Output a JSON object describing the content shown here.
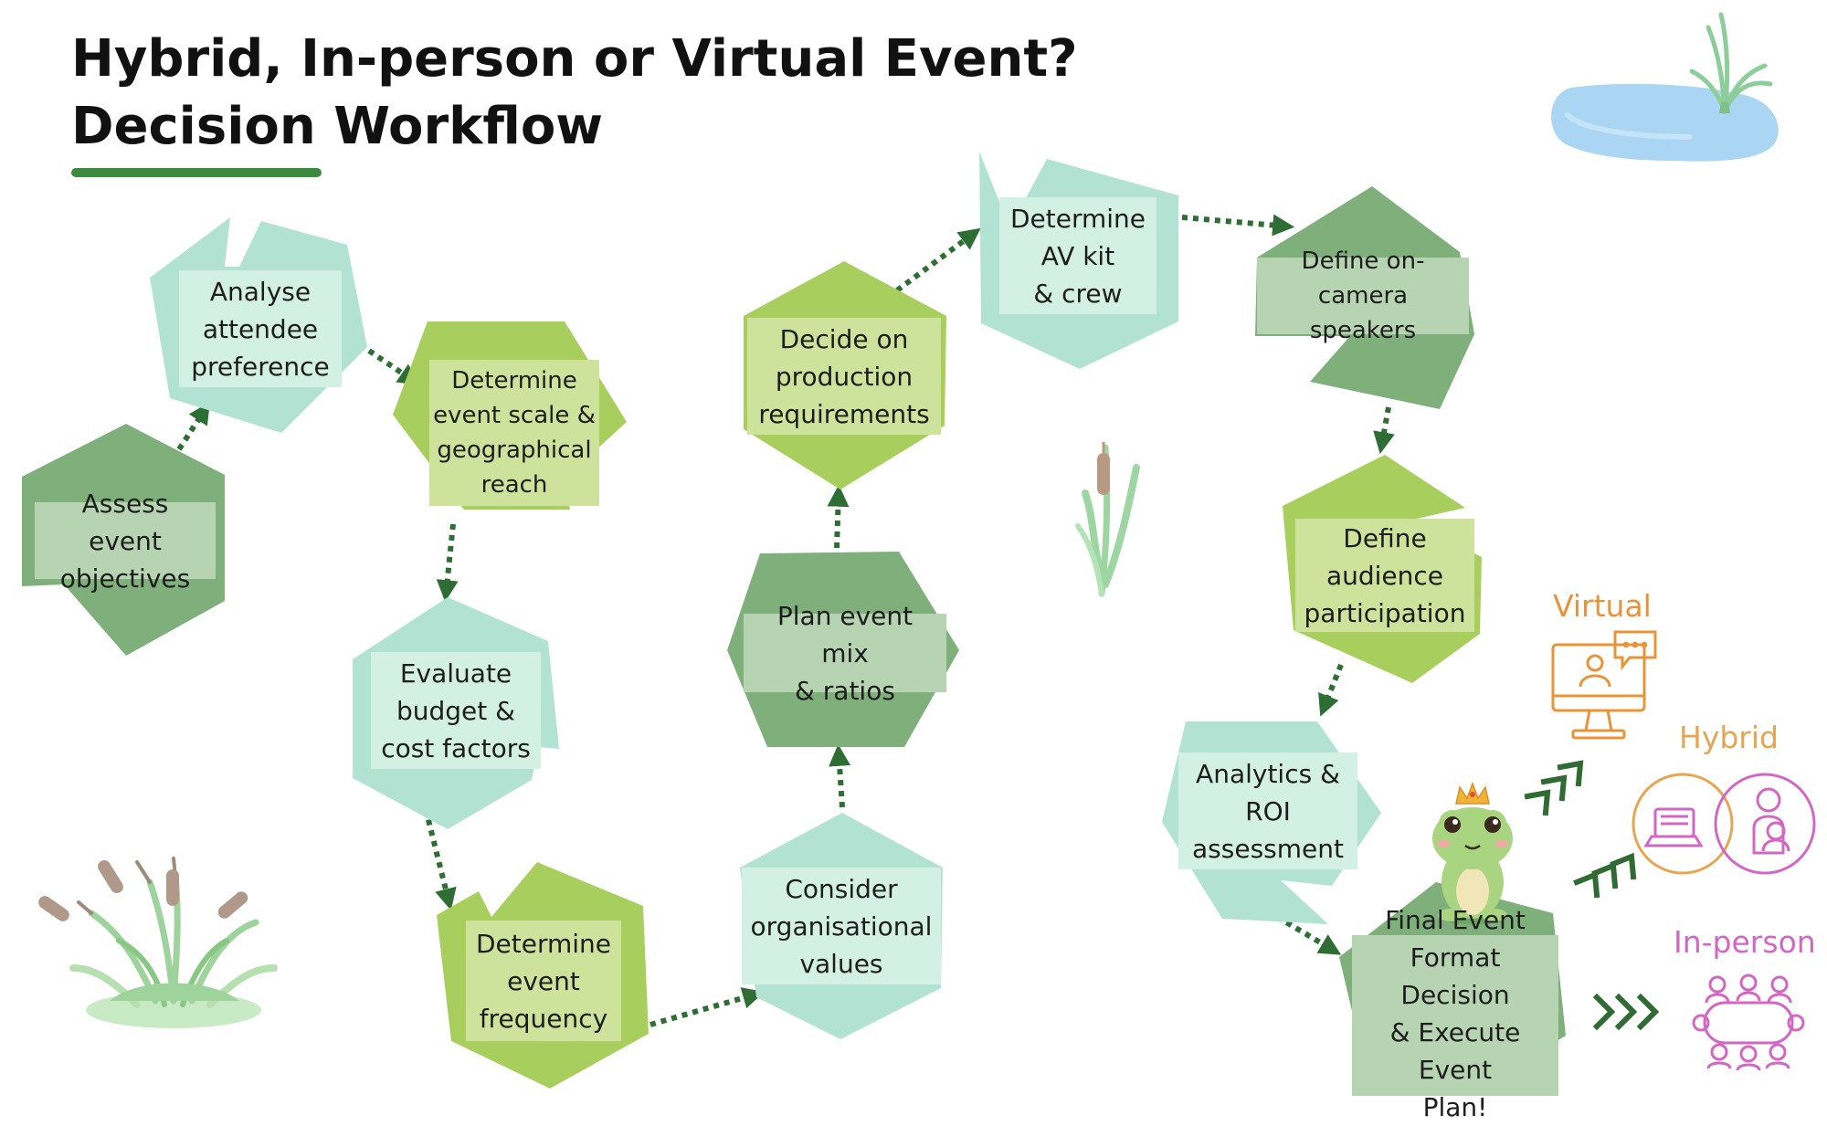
{
  "title": {
    "line1": "Hybrid, In-person or Virtual Event?",
    "line2": "Decision Workflow"
  },
  "colors": {
    "title_underline": "#3c8a3f",
    "arrow": "#2e6e35",
    "mint": "#b2e3d2",
    "mint_label": "#d3f0e4",
    "lime": "#a8cf5e",
    "lime_label": "#cde39b",
    "dark": "#7fb07c",
    "dark_label": "#b6d4b1",
    "virtual": "#e5943a",
    "hybrid_orange": "#e7a552",
    "hybrid_pink": "#d466c3",
    "in_person": "#d466c3",
    "pond": "#aad6f3"
  },
  "steps": [
    {
      "id": "assess",
      "text": "Assess event\nobjectives"
    },
    {
      "id": "analyse",
      "text": "Analyse\nattendee\npreference"
    },
    {
      "id": "scale",
      "text": "Determine\nevent scale &\ngeographical\nreach"
    },
    {
      "id": "budget",
      "text": "Evaluate\nbudget &\ncost factors"
    },
    {
      "id": "frequency",
      "text": "Determine\nevent\nfrequency"
    },
    {
      "id": "values",
      "text": "Consider\norganisational\nvalues"
    },
    {
      "id": "mix",
      "text": "Plan event mix\n& ratios"
    },
    {
      "id": "production",
      "text": "Decide on\nproduction\nrequirements"
    },
    {
      "id": "av",
      "text": "Determine\nAV kit\n& crew"
    },
    {
      "id": "speakers",
      "text": "Define on-\ncamera speakers"
    },
    {
      "id": "participation",
      "text": "Define\naudience\nparticipation"
    },
    {
      "id": "analytics",
      "text": "Analytics &\nROI\nassessment"
    },
    {
      "id": "final",
      "text": "Final Event\nFormat Decision\n& Execute Event\nPlan!"
    }
  ],
  "formats": {
    "virtual": "Virtual",
    "hybrid": "Hybrid",
    "in_person": "In-person"
  },
  "icons": {
    "pond": "pond-icon",
    "reeds": "reed-icon",
    "cattail": "cattail-icon",
    "grass": "grass-cattail-icon",
    "frog": "frog-prince-icon",
    "virtual": "computer-chat-icon",
    "hybrid": "hybrid-venn-icon",
    "in_person": "meeting-table-icon",
    "chevrons": "chevron-right-icon"
  }
}
